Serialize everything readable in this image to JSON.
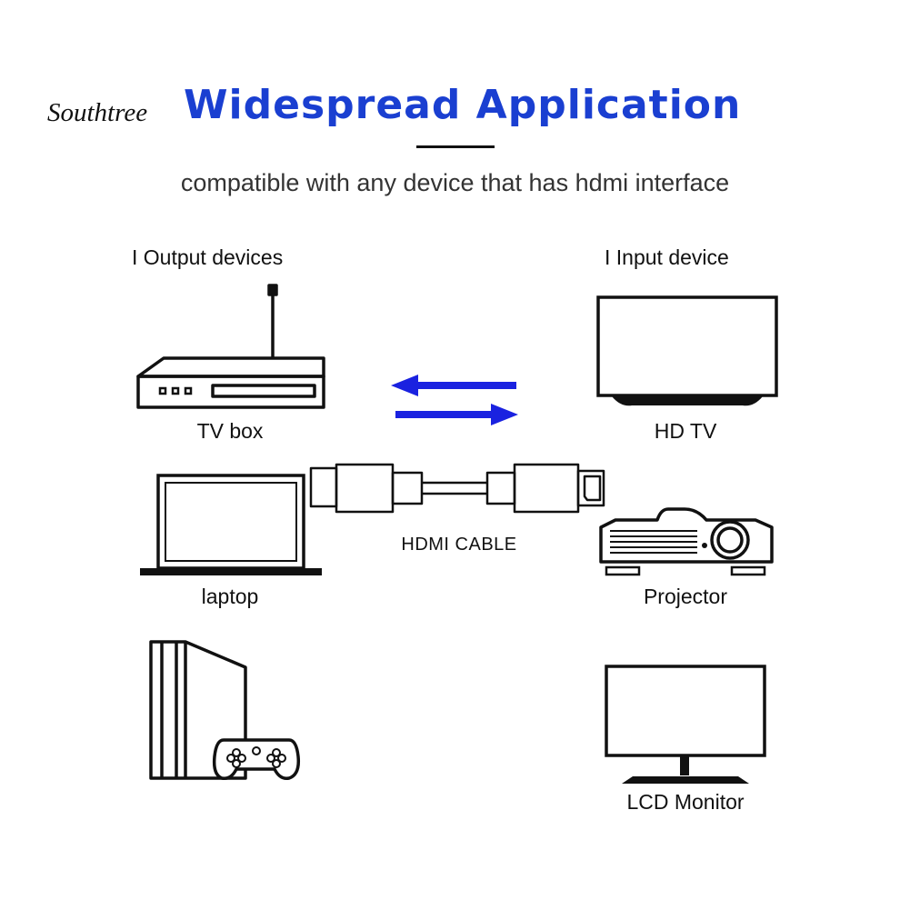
{
  "header": {
    "brand": "Southtree",
    "title": "Widespread Application",
    "subtitle": "compatible with any device that has hdmi interface"
  },
  "sections": {
    "output_title": "I Output devices",
    "input_title": "I Input device"
  },
  "devices": {
    "tv_box": "TV box",
    "laptop": "laptop",
    "hd_tv": "HD TV",
    "projector": "Projector",
    "lcd_monitor": "LCD Monitor"
  },
  "cable": {
    "label": "HDMI CABLE"
  },
  "colors": {
    "title": "#1a3fd1",
    "arrows": "#1a22e0",
    "lines": "#111111"
  }
}
